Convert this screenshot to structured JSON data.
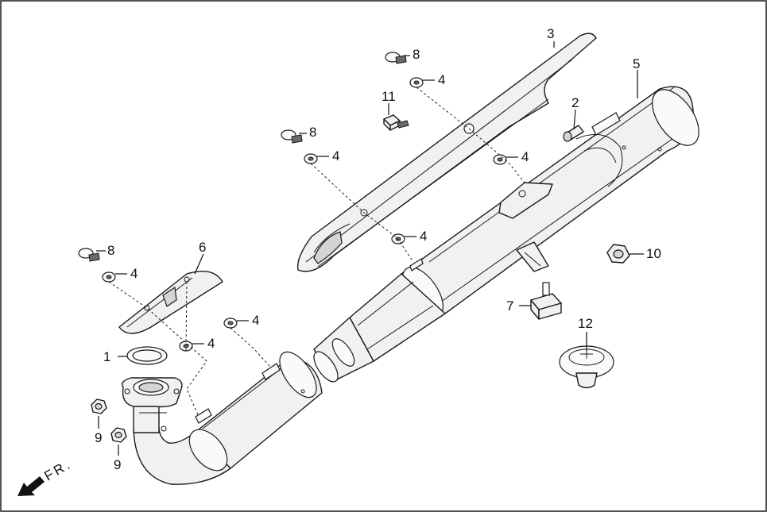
{
  "callouts": {
    "c1": "1",
    "c2": "2",
    "c3": "3",
    "c4a": "4",
    "c4b": "4",
    "c4c": "4",
    "c4d": "4",
    "c4e": "4",
    "c4f": "4",
    "c4g": "4",
    "c5": "5",
    "c6": "6",
    "c7": "7",
    "c8a": "8",
    "c8b": "8",
    "c8c": "8",
    "c9a": "9",
    "c9b": "9",
    "c10": "10",
    "c11": "11",
    "c12": "12"
  },
  "direction": {
    "label": "FR."
  }
}
